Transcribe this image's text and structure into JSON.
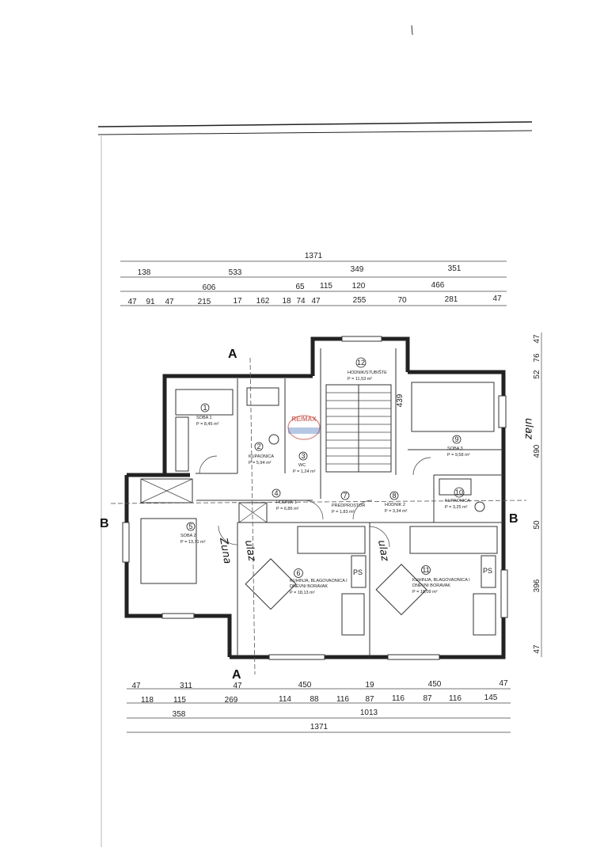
{
  "dimensions": {
    "top": [
      [
        "1371"
      ],
      [
        "138",
        "533",
        "349",
        "351"
      ],
      [
        "606",
        "65",
        "115",
        "120",
        "466"
      ],
      [
        "47",
        "91",
        "47",
        "215",
        "17",
        "162",
        "18",
        "74",
        "47",
        "255",
        "70",
        "281",
        "47"
      ]
    ],
    "bottom": [
      [
        "47",
        "311",
        "47",
        "450",
        "19",
        "450",
        "47"
      ],
      [
        "118",
        "115",
        "269",
        "114",
        "88",
        "116",
        "87",
        "116",
        "87",
        "116",
        "145"
      ],
      [
        "358",
        "1013"
      ],
      [
        "1371"
      ]
    ],
    "right": [
      "47",
      "76",
      "52",
      "490",
      "50",
      "396",
      "47"
    ],
    "stair": "439"
  },
  "sections": {
    "a_top": "A",
    "a_bottom": "A",
    "b_left": "B",
    "b_right": "B"
  },
  "rooms": [
    {
      "num": "1",
      "name": "SOBA 1",
      "area": "P = 8,45 m²"
    },
    {
      "num": "2",
      "name": "KUPAONICA",
      "area": "P = 5,94 m²"
    },
    {
      "num": "3",
      "name": "WC",
      "area": "P = 1,24 m²"
    },
    {
      "num": "4",
      "name": "HODNIK 1",
      "area": "P = 6,86 m²"
    },
    {
      "num": "5",
      "name": "SOBA 2",
      "area": "P = 13,71 m²"
    },
    {
      "num": "6",
      "name": "KUHINJA, BLAGOVAONICA I",
      "name2": "DNEVNI BORAVAK",
      "area": "P = 18,13 m²"
    },
    {
      "num": "7",
      "name": "PREDPROSTOR",
      "area": "P = 1,83 m²"
    },
    {
      "num": "8",
      "name": "HODNIK 2",
      "area": "P = 3,34 m²"
    },
    {
      "num": "9",
      "name": "SOBA 3",
      "area": "P = 9,58 m²"
    },
    {
      "num": "10",
      "name": "KUPAONICA",
      "area": "P = 3,25 m²"
    },
    {
      "num": "11",
      "name": "KUHINJA, BLAGOVAONICA I",
      "name2": "DNEVNI BORAVAK",
      "area": "P = 18,09 m²"
    },
    {
      "num": "12",
      "name": "HODNIK/STUBIŠTE",
      "area": "P = 11,53 m²"
    }
  ],
  "fixtures": {
    "ps1": "PS",
    "ps2": "PS"
  },
  "logo": "RE/MAX",
  "annotations": {
    "hand_left_room": "Zuna",
    "hand_kitchen_left": "ulaz",
    "hand_kitchen_right": "ulaz",
    "hand_right": "ulaz"
  }
}
